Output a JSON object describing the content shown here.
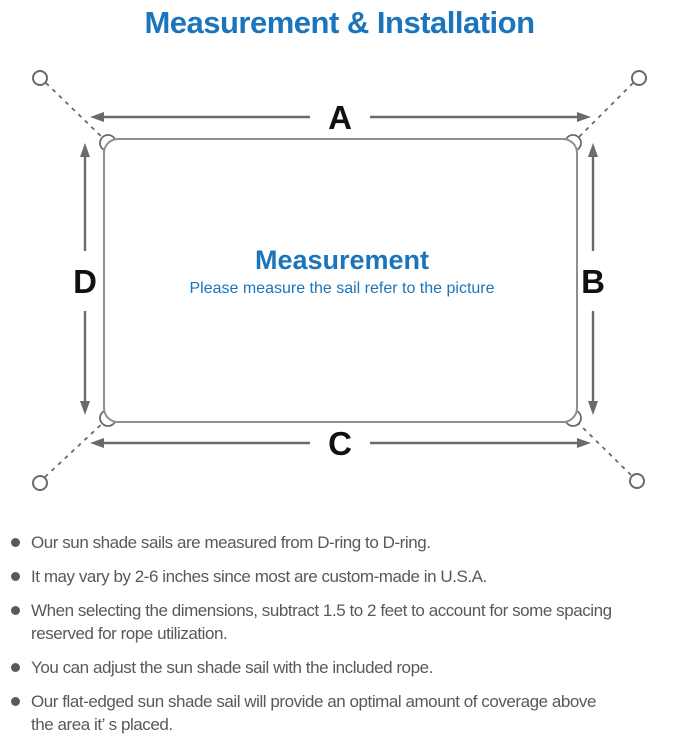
{
  "title": "Measurement & Installation",
  "diagram": {
    "labels": {
      "top": "A",
      "right": "B",
      "bottom": "C",
      "left": "D"
    },
    "center_title": "Measurement",
    "center_subtitle": "Please measure the sail refer to the picture"
  },
  "bullets": [
    "Our sun shade sails are measured from D-ring to D-ring.",
    "It may vary by 2-6 inches since most are custom-made in U.S.A.",
    "When selecting the dimensions, subtract 1.5 to 2 feet to account for some spacing\nreserved for rope utilization.",
    "You can adjust the sun shade sail with the included rope.",
    "Our flat-edged sun shade sail will provide an optimal amount of coverage above\nthe area it’ s placed."
  ],
  "colors": {
    "accent_blue": "#1b75bc",
    "text_gray": "#595959",
    "arrow_gray": "#6a6a6a",
    "outline_gray": "#8f8f8f",
    "label_black": "#111111"
  }
}
